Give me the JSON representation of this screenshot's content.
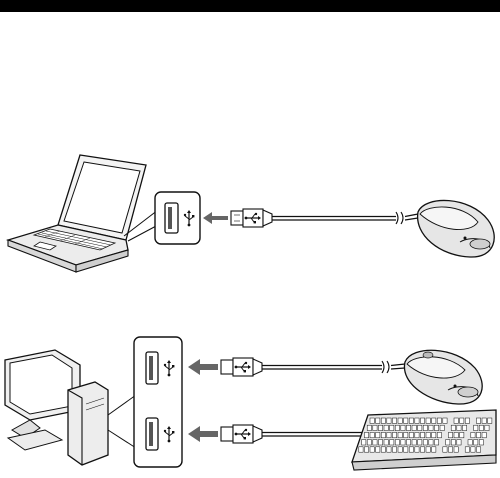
{
  "diagram": {
    "top_configuration": {
      "computer": "laptop-computer",
      "devices": [
        "mouse"
      ],
      "connector": "usb-cable"
    },
    "bottom_configuration": {
      "computer": "desktop-computer",
      "devices": [
        "mouse",
        "keyboard"
      ],
      "connector": "usb-cable"
    },
    "symbols": {
      "usb_port": "usb-trident-icon",
      "insert_direction": "arrow-left-icon"
    },
    "colors": {
      "header_bar": "#000000",
      "line": "#111111",
      "arrow": "#666666",
      "device_fill": "#e6e6e6"
    }
  }
}
